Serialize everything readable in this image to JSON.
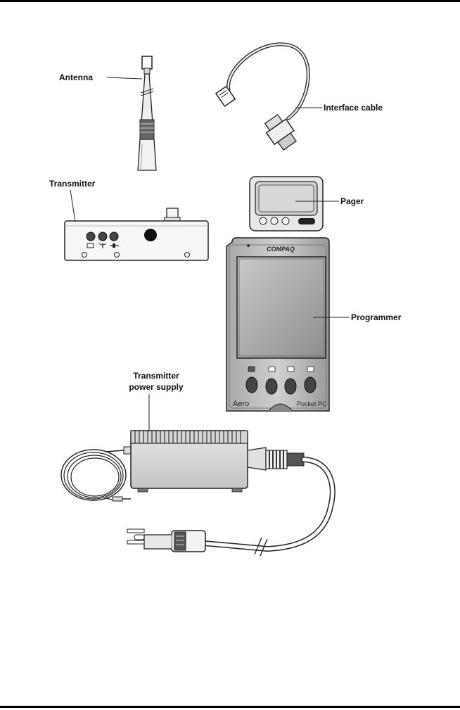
{
  "labels": {
    "antenna": "Antenna",
    "interface_cable": "Interface cable",
    "transmitter": "Transmitter",
    "pager": "Pager",
    "programmer": "Programmer",
    "power_supply_line1": "Transmitter",
    "power_supply_line2": "power supply"
  },
  "device_text": {
    "brand": "COMPAQ",
    "model": "Aero",
    "platform": "Pocket PC"
  },
  "icons": {
    "transmitter_status": [
      "battery-icon",
      "signal-icon",
      "plug-icon"
    ]
  }
}
